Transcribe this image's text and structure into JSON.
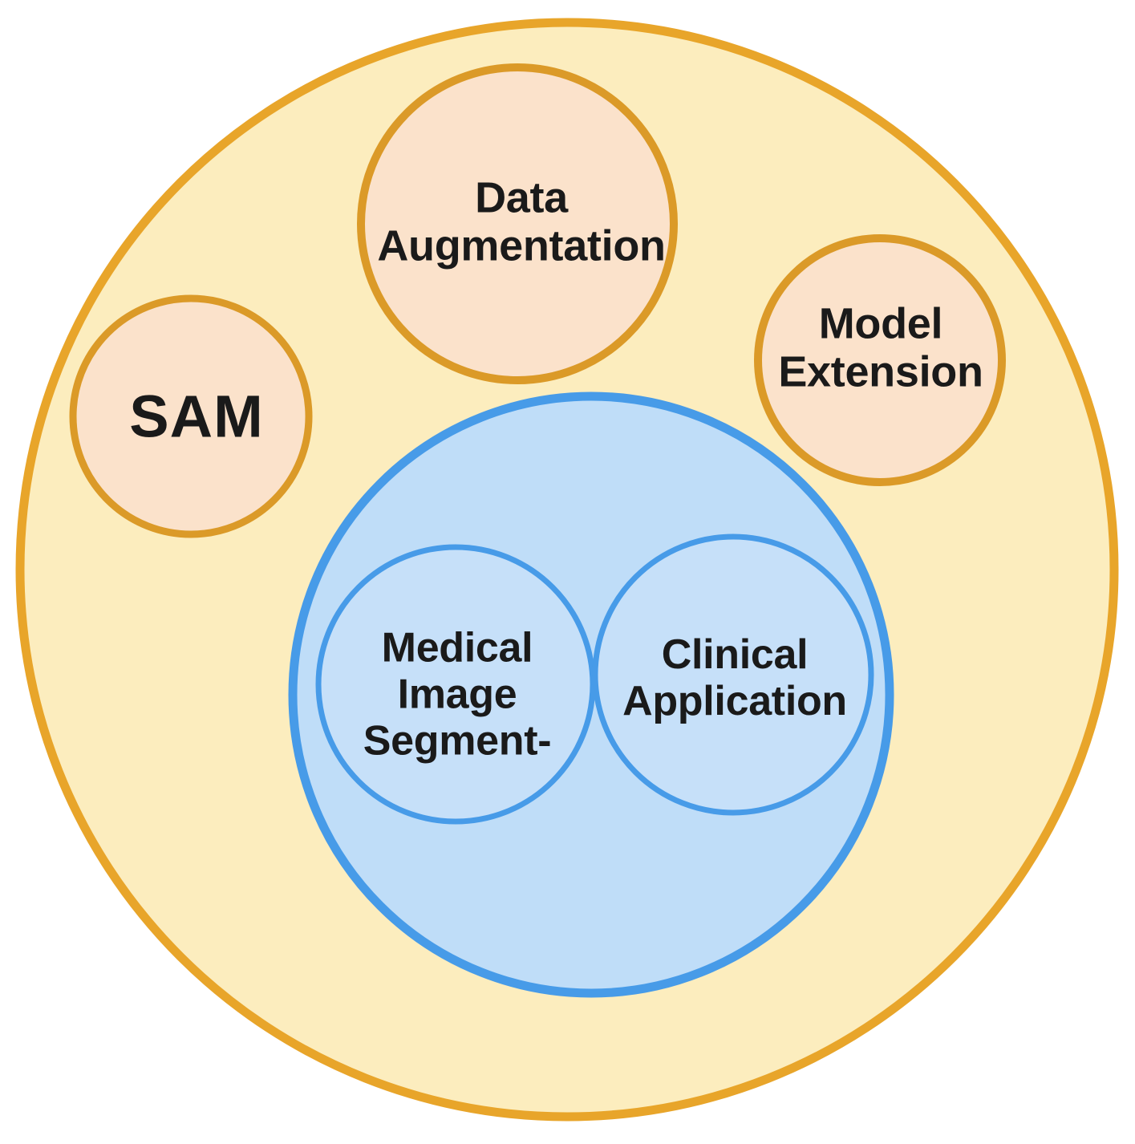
{
  "diagram": {
    "title": "SAM for Medical Image Segmentation concept diagram",
    "type": "venn-nested-circles",
    "colors": {
      "outer_fill": "#FCEDBE",
      "outer_stroke": "#E8A52A",
      "node_fill": "#FBE2CB",
      "node_stroke": "#DB9A28",
      "blue_fill": "#BFDDF8",
      "blue_stroke": "#479BE8",
      "text": "#1A1A1A"
    },
    "outer": {
      "name": "outer-container-circle",
      "label": ""
    },
    "orange_nodes": [
      {
        "id": "sam",
        "label": "SAM"
      },
      {
        "id": "data-augmentation",
        "label": "Data\nAugmentation"
      },
      {
        "id": "model-extension",
        "label": "Model\nExtension"
      }
    ],
    "blue_group": {
      "id": "application-domain",
      "label": "",
      "nodes": [
        {
          "id": "medical-image-segmentation",
          "label": "Medical\nImage\nSegment-"
        },
        {
          "id": "clinical-application",
          "label": "Clinical\nApplication"
        }
      ]
    }
  }
}
